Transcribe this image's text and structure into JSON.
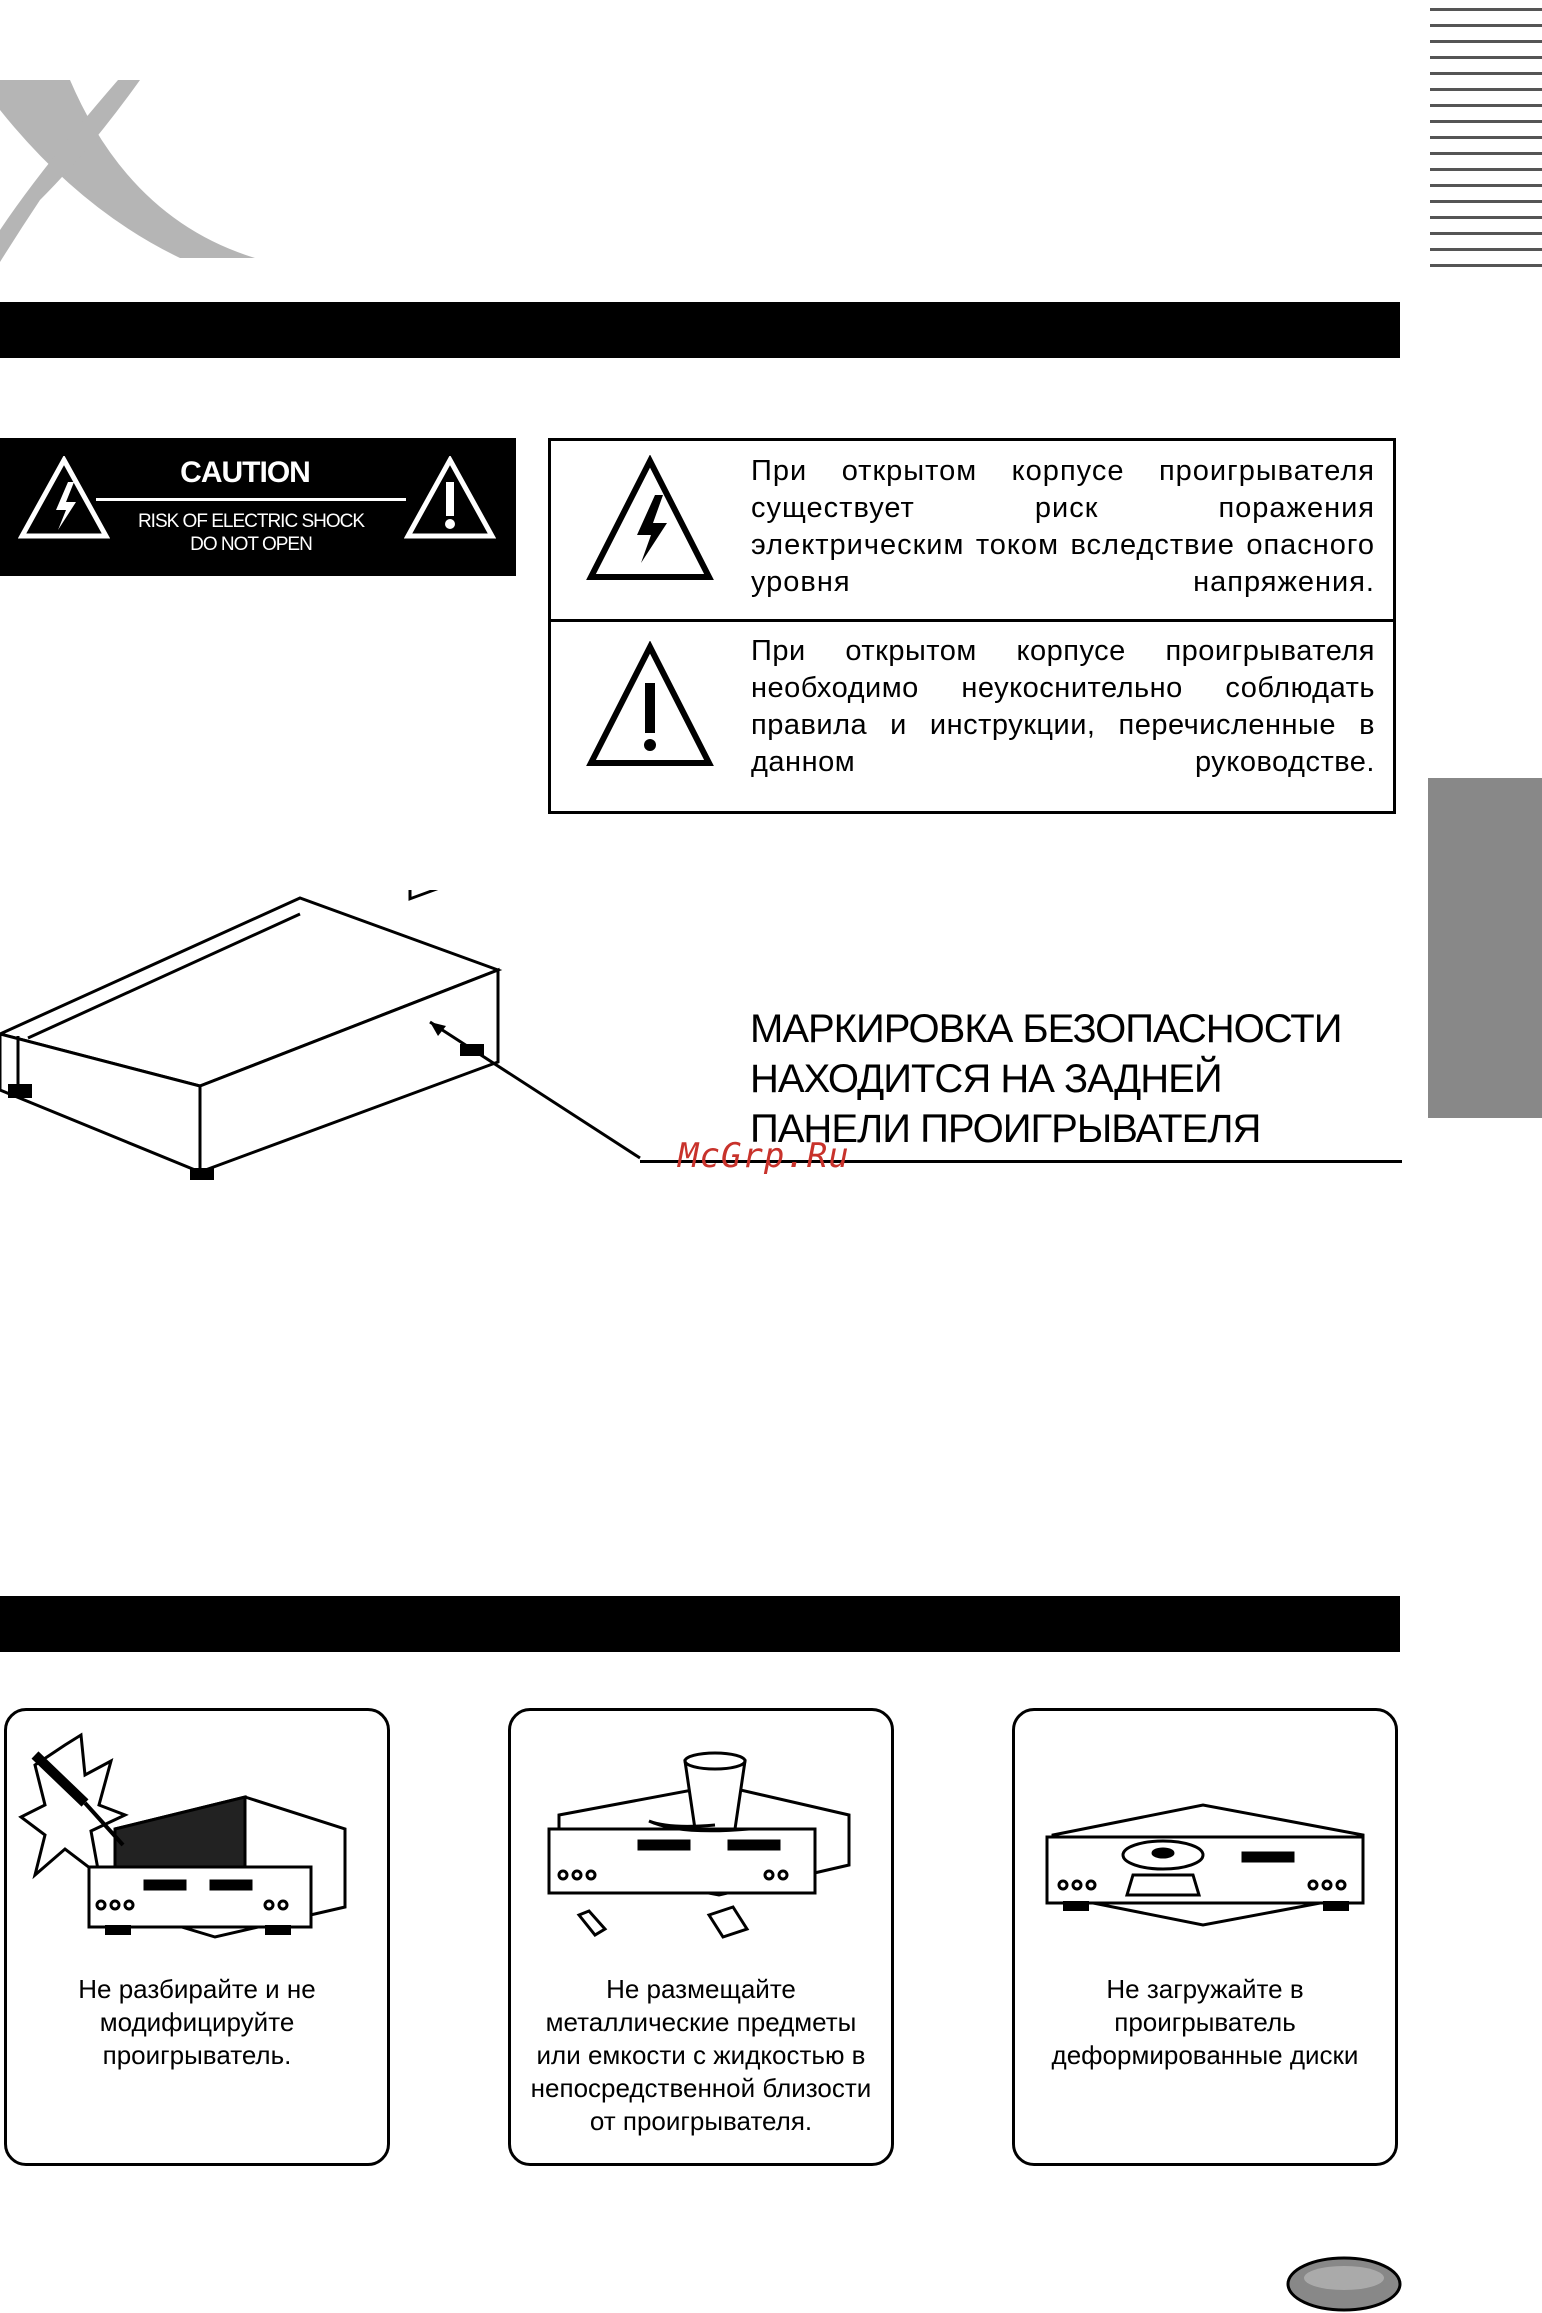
{
  "caution_plate": {
    "title": "CAUTION",
    "line1": "RISK OF ELECTRIC SHOCK",
    "line2": "DO NOT OPEN"
  },
  "warnings": [
    {
      "icon": "lightning-warning-icon",
      "text": "При открытом корпусе проигрывателя существует риск поражения электрическим током вследствие опасного уровня напряжения."
    },
    {
      "icon": "exclamation-warning-icon",
      "text": "При открытом корпусе проигрывателя необходимо неукоснительно соблюдать правила и инструкции, перечисленные в данном руководстве."
    }
  ],
  "marking": {
    "line1": "МАРКИРОВКА БЕЗОПАСНОСТИ",
    "line2": "НАХОДИТСЯ НА ЗАДНЕЙ",
    "line3": "ПАНЕЛИ ПРОИГРЫВАТЕЛЯ"
  },
  "watermark": "McGrp.Ru",
  "cards": [
    {
      "icon": "screwdriver-disassembly-icon",
      "text": "Не разбирайте и не модифицируйте проигрыватель."
    },
    {
      "icon": "liquid-glass-icon",
      "text": "Не размещайте металлические предметы или емкости с жидкостью в непосредственной близости от проигрывателя."
    },
    {
      "icon": "deformed-disc-icon",
      "text": "Не загружайте в проигрыватель деформированные диски"
    }
  ],
  "colors": {
    "bar": "#000000",
    "tab_gray": "#888888",
    "logo_gray": "#b5b5b5",
    "watermark": "#c8322b",
    "page_oval": "#888888"
  }
}
